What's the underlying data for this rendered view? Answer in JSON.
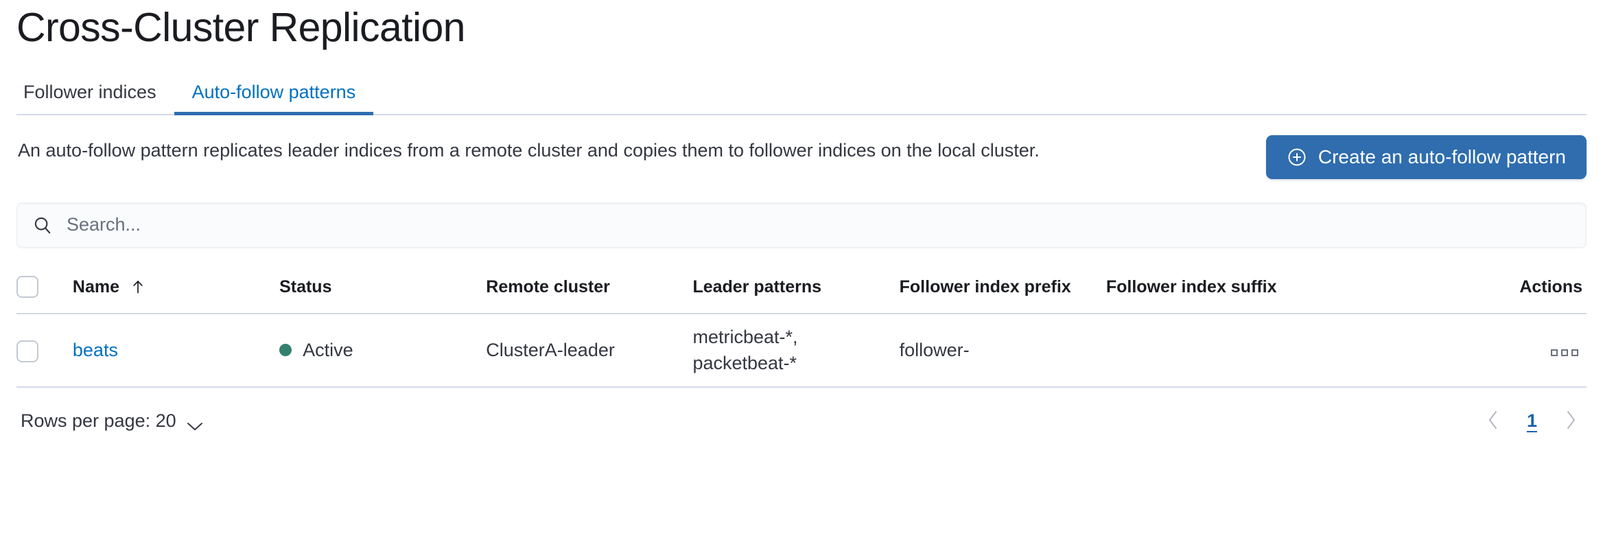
{
  "page": {
    "title": "Cross-Cluster Replication"
  },
  "tabs": [
    {
      "label": "Follower indices",
      "active": false,
      "name": "tab-follower-indices"
    },
    {
      "label": "Auto-follow patterns",
      "active": true,
      "name": "tab-auto-follow-patterns"
    }
  ],
  "intro": {
    "description": "An auto-follow pattern replicates leader indices from a remote cluster and copies them to follower indices on the local cluster.",
    "create_button_label": "Create an auto-follow pattern",
    "create_button_icon": "plus-in-circle-icon",
    "create_button_color": "#2f6dae"
  },
  "search": {
    "placeholder": "Search...",
    "value": "",
    "icon": "search-icon"
  },
  "table": {
    "columns": [
      {
        "label": "Name",
        "sort": "asc",
        "sort_icon": "arrow-up-icon"
      },
      {
        "label": "Status"
      },
      {
        "label": "Remote cluster"
      },
      {
        "label": "Leader patterns"
      },
      {
        "label": "Follower index prefix"
      },
      {
        "label": "Follower index suffix"
      },
      {
        "label": "Actions"
      }
    ],
    "rows": [
      {
        "selected": false,
        "name": "beats",
        "status": "Active",
        "status_color": "#357f6f",
        "remote_cluster": "ClusterA-leader",
        "leader_patterns": "metricbeat-*,\npacketbeat-*",
        "follower_index_prefix": "follower-",
        "follower_index_suffix": "",
        "actions_icon": "three-dots-icon"
      }
    ]
  },
  "footer": {
    "rows_per_page_label": "Rows per page: 20",
    "rows_per_page_icon": "chevron-down-icon",
    "prev_icon": "chevron-left-icon",
    "next_icon": "chevron-right-icon",
    "current_page": "1",
    "active_page_color": "#1a63b0"
  }
}
